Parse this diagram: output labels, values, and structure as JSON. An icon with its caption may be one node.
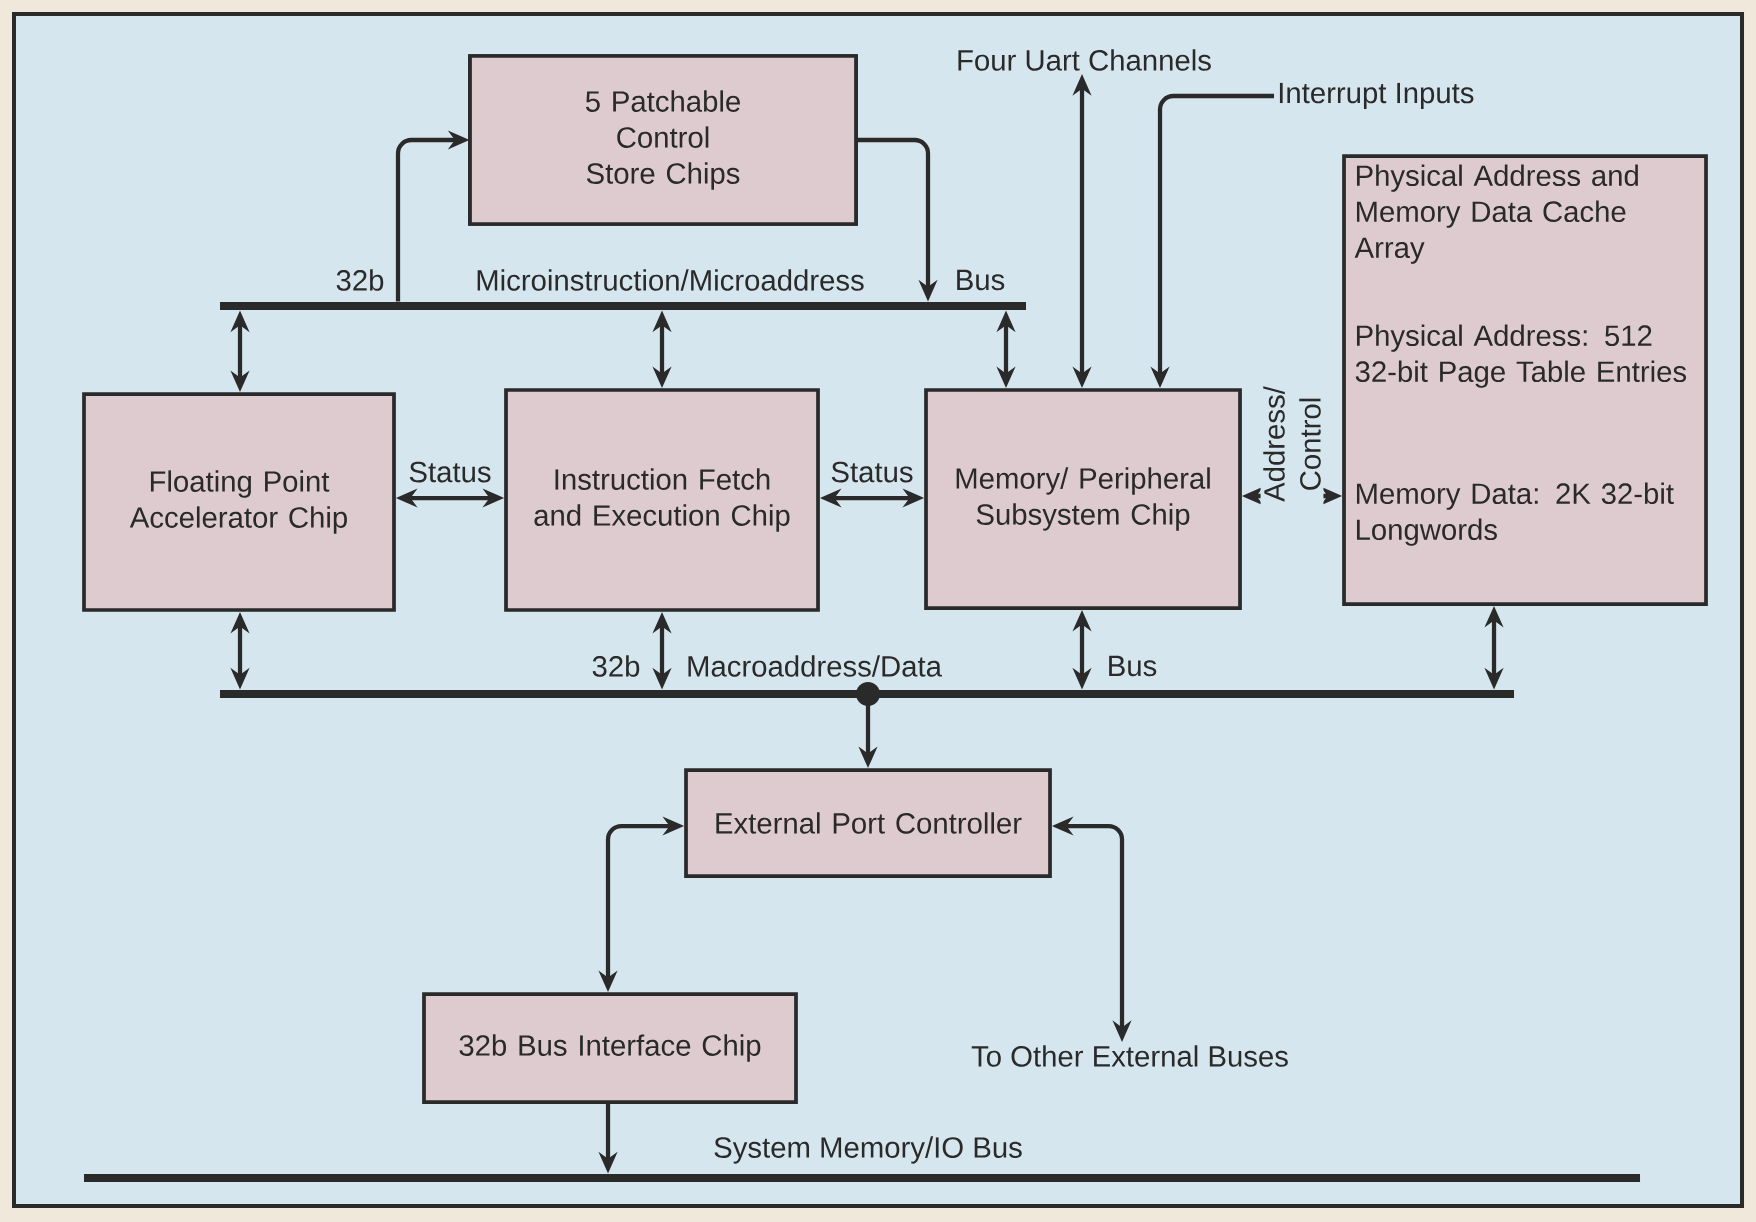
{
  "diagram": {
    "nodes": [
      {
        "text": [
          "5 Patchable Control Store Chips"
        ]
      },
      {
        "text": [
          "32b",
          "Microinstruction/Microaddress",
          "Bus"
        ]
      },
      {
        "text": [
          "Four Uart Channels"
        ]
      },
      {
        "text": [
          "Interrupt Inputs"
        ]
      },
      {
        "text": [
          "Floating Point Accelerator Chip"
        ]
      },
      {
        "text": [
          "Instruction Fetch and Execution Chip"
        ]
      },
      {
        "text": [
          "Memory/ Peripheral Subsystem Chip"
        ]
      },
      {
        "text": [
          "Physical Address and Memory Data Cache Array",
          "Physical Address: 512 32-bit Page Table Entries",
          "Memory Data: 2K 32-bit Longwords"
        ]
      },
      {
        "text": [
          "32b",
          "Macroaddress/Data",
          "Bus"
        ]
      },
      {
        "text": [
          "External Port Controller"
        ]
      },
      {
        "text": [
          "32b Bus Interface Chip"
        ]
      },
      {
        "text": [
          "To Other External Buses"
        ]
      },
      {
        "text": [
          "System Memory/IO Bus"
        ]
      }
    ],
    "edges": [
      {
        "from": 1,
        "to": 0,
        "arrow": "to"
      },
      {
        "from": 0,
        "to": 1,
        "arrow": "to"
      },
      {
        "from": 1,
        "to": 4,
        "arrow": "both"
      },
      {
        "from": 1,
        "to": 5,
        "arrow": "both"
      },
      {
        "from": 1,
        "to": 6,
        "arrow": "both"
      },
      {
        "from": 2,
        "to": 6,
        "arrow": "both"
      },
      {
        "from": 3,
        "to": 6,
        "arrow": "to"
      },
      {
        "from": 4,
        "to": 5,
        "arrow": "both",
        "label": "Status"
      },
      {
        "from": 5,
        "to": 6,
        "arrow": "both",
        "label": "Status"
      },
      {
        "from": 6,
        "to": 7,
        "arrow": "both",
        "label": "Address/ Control"
      },
      {
        "from": 4,
        "to": 8,
        "arrow": "both"
      },
      {
        "from": 5,
        "to": 8,
        "arrow": "both"
      },
      {
        "from": 6,
        "to": 8,
        "arrow": "both"
      },
      {
        "from": 7,
        "to": 8,
        "arrow": "both"
      },
      {
        "from": 8,
        "to": 9,
        "arrow": "to"
      },
      {
        "from": 9,
        "to": 10,
        "arrow": "both"
      },
      {
        "from": 9,
        "to": 11,
        "arrow": "both"
      },
      {
        "from": 10,
        "to": 12,
        "arrow": "to"
      }
    ]
  }
}
